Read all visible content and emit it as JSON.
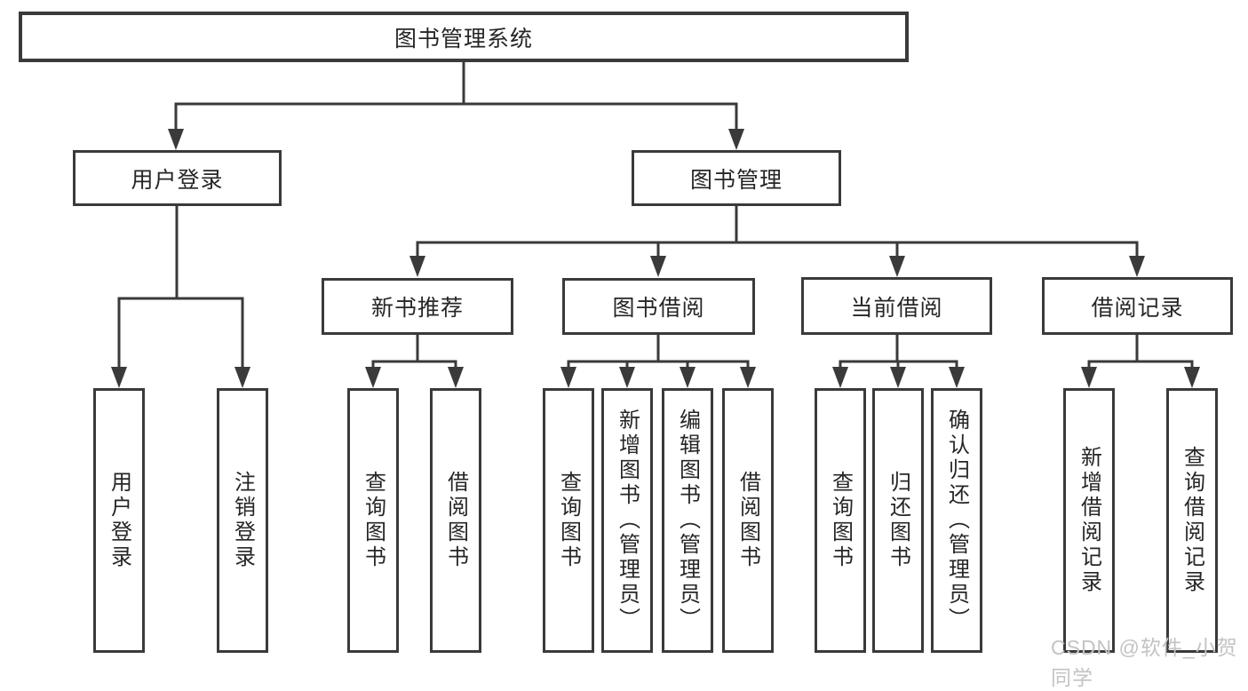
{
  "tree": {
    "root": {
      "label": "图书管理系统",
      "children": [
        {
          "label": "用户登录",
          "children": [
            {
              "label": "用户登录"
            },
            {
              "label": "注销登录"
            }
          ]
        },
        {
          "label": "图书管理",
          "children": [
            {
              "label": "新书推荐",
              "children": [
                {
                  "label": "查询图书"
                },
                {
                  "label": "借阅图书"
                }
              ]
            },
            {
              "label": "图书借阅",
              "children": [
                {
                  "label": "查询图书"
                },
                {
                  "label": "新增图书（管理员）"
                },
                {
                  "label": "编辑图书（管理员）"
                },
                {
                  "label": "借阅图书"
                }
              ]
            },
            {
              "label": "当前借阅",
              "children": [
                {
                  "label": "查询图书"
                },
                {
                  "label": "归还图书"
                },
                {
                  "label": "确认归还（管理员）"
                }
              ]
            },
            {
              "label": "借阅记录",
              "children": [
                {
                  "label": "新增借阅记录"
                },
                {
                  "label": "查询借阅记录"
                }
              ]
            }
          ]
        }
      ]
    }
  },
  "watermark": "CSDN @软件_小贺同学",
  "colors": {
    "line": "#3a3a3a",
    "text": "#262626",
    "watermark": "#c3c3c3",
    "background": "#ffffff"
  }
}
